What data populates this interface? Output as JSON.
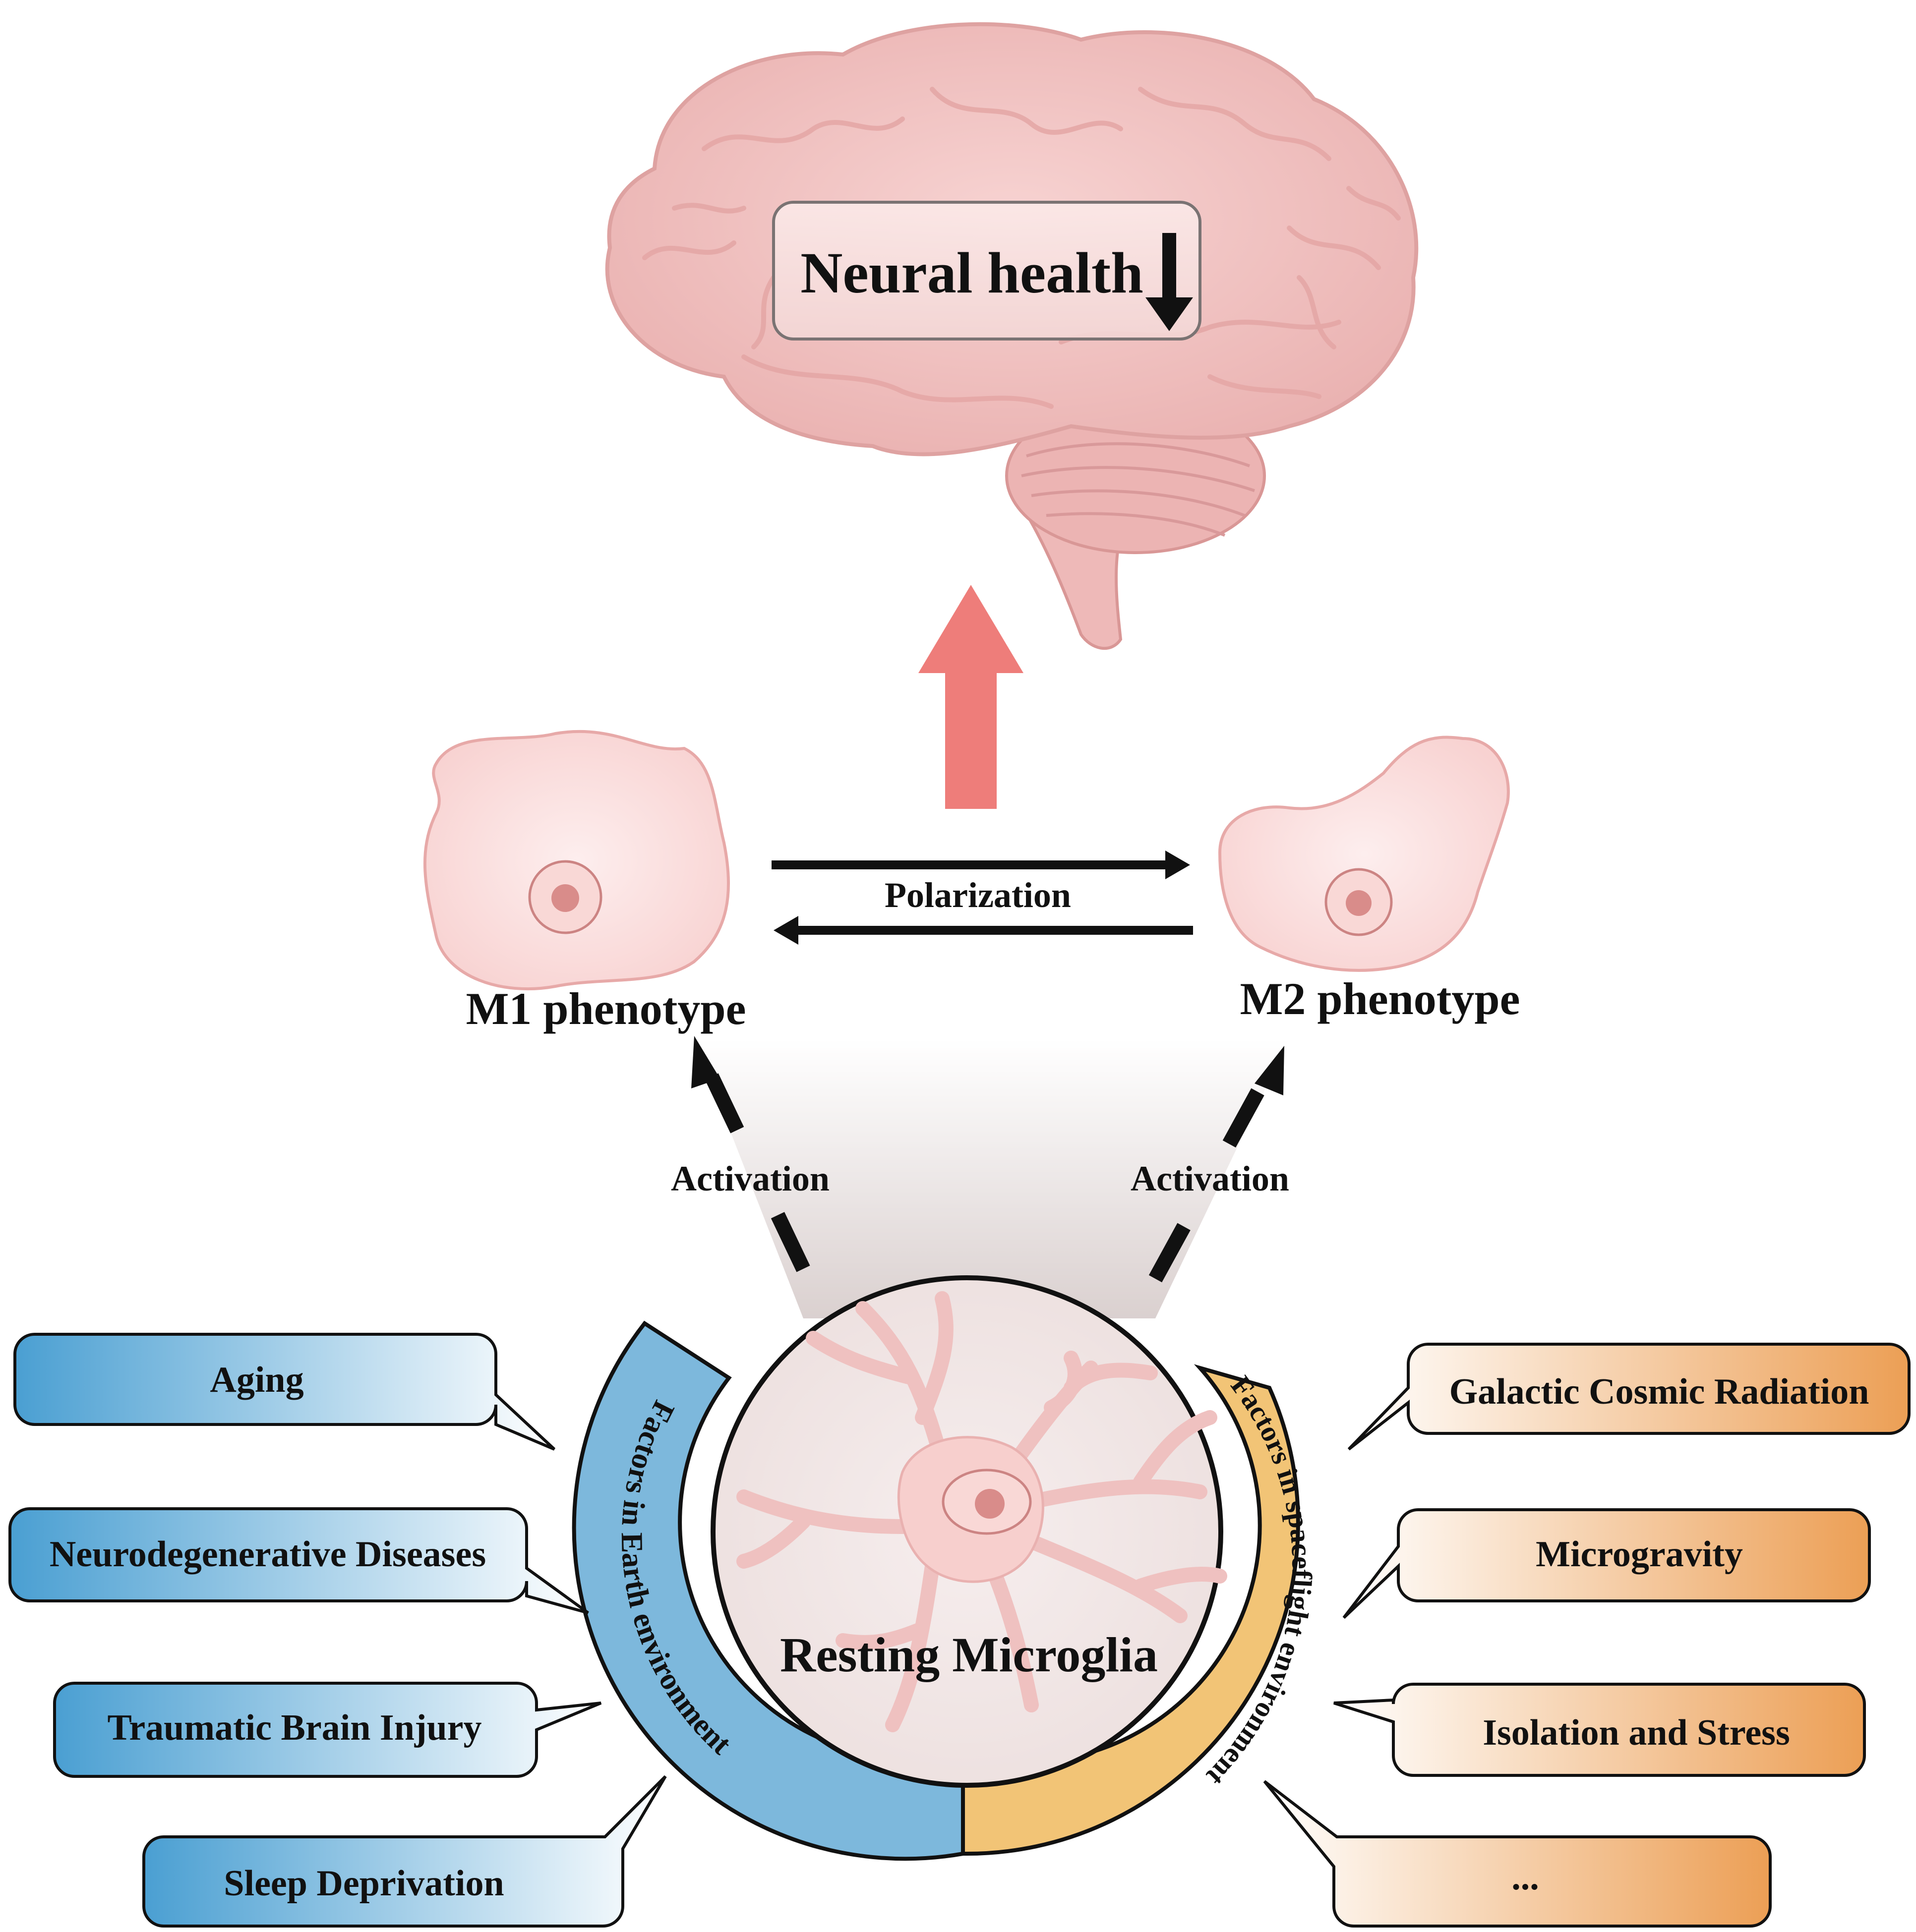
{
  "brain": {
    "label": "Neural health",
    "trend_icon": "down-arrow-icon"
  },
  "polarization": {
    "label": "Polarization",
    "m1_label": "M1 phenotype",
    "m2_label": "M2 phenotype"
  },
  "activation": {
    "left_label": "Activation",
    "right_label": "Activation"
  },
  "microglia": {
    "label": "Resting Microglia"
  },
  "earth": {
    "arc_label": "Factors in Earth environment",
    "color": "#7db8dc",
    "factors": [
      "Aging",
      "Neurodegenerative Diseases",
      "Traumatic Brain Injury",
      "Sleep Deprivation"
    ]
  },
  "spaceflight": {
    "arc_label": "Factors in spaceflight environment",
    "color": "#f2c476",
    "factors": [
      "Galactic Cosmic Radiation",
      "Microgravity",
      "Isolation and Stress",
      "..."
    ]
  },
  "colors": {
    "brain_pink": "#f1bcbc",
    "cell_pink": "#fbdcdc",
    "up_arrow": "#ee7d7a",
    "earth_gradient": "#4a9fd2",
    "space_gradient": "#ec9f55"
  }
}
